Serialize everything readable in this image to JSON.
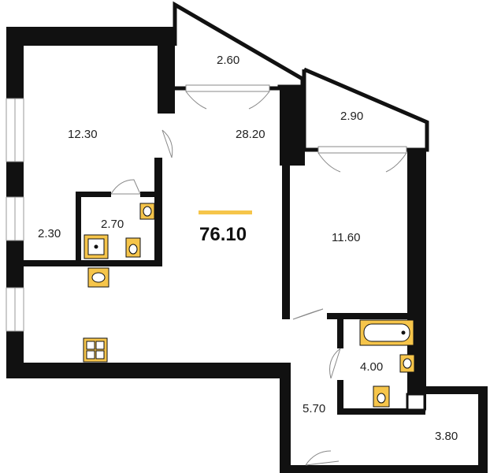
{
  "plan": {
    "total_area": "76.10",
    "rooms": {
      "balcony_left": "2.60",
      "balcony_right": "2.90",
      "bedroom_left": "12.30",
      "living_kitchen": "28.20",
      "bathroom_small": "2.70",
      "wardrobe": "2.30",
      "bedroom_right": "11.60",
      "bathroom_large": "4.00",
      "hallway": "5.70",
      "corridor": "3.80"
    }
  },
  "colors": {
    "wall": "#111111",
    "fixture": "#f6c54a",
    "accent_line": "#f6c54a",
    "door_line": "#888888",
    "background": "#ffffff"
  }
}
